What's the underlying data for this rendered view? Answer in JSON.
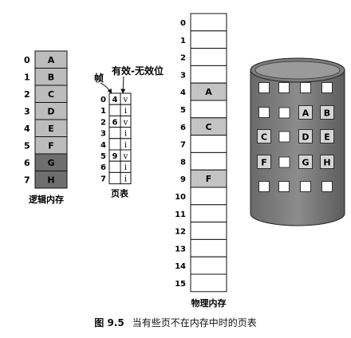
{
  "logical_memory": {
    "title": "逻辑内存",
    "rows": [
      {
        "index": "0",
        "page": "A"
      },
      {
        "index": "1",
        "page": "B"
      },
      {
        "index": "2",
        "page": "C"
      },
      {
        "index": "3",
        "page": "D"
      },
      {
        "index": "4",
        "page": "E"
      },
      {
        "index": "5",
        "page": "F"
      },
      {
        "index": "6",
        "page": "G"
      },
      {
        "index": "7",
        "page": "H"
      }
    ]
  },
  "page_table": {
    "title": "页表",
    "frame_label": "帧",
    "valid_label": "有效-无效位",
    "rows": [
      {
        "index": "0",
        "frame": "4",
        "bit": "v"
      },
      {
        "index": "1",
        "frame": "",
        "bit": "i"
      },
      {
        "index": "2",
        "frame": "6",
        "bit": "v"
      },
      {
        "index": "3",
        "frame": "",
        "bit": "i"
      },
      {
        "index": "4",
        "frame": "",
        "bit": "i"
      },
      {
        "index": "5",
        "frame": "9",
        "bit": "v"
      },
      {
        "index": "6",
        "frame": "",
        "bit": "i"
      },
      {
        "index": "7",
        "frame": "",
        "bit": "i"
      }
    ]
  },
  "physical_memory": {
    "title": "物理内存",
    "rows": [
      {
        "index": "0",
        "content": ""
      },
      {
        "index": "1",
        "content": ""
      },
      {
        "index": "2",
        "content": ""
      },
      {
        "index": "3",
        "content": ""
      },
      {
        "index": "4",
        "content": "A"
      },
      {
        "index": "5",
        "content": ""
      },
      {
        "index": "6",
        "content": "C"
      },
      {
        "index": "7",
        "content": ""
      },
      {
        "index": "8",
        "content": ""
      },
      {
        "index": "9",
        "content": "F"
      },
      {
        "index": "10",
        "content": ""
      },
      {
        "index": "11",
        "content": ""
      },
      {
        "index": "12",
        "content": ""
      },
      {
        "index": "13",
        "content": ""
      },
      {
        "index": "14",
        "content": ""
      },
      {
        "index": "15",
        "content": ""
      }
    ]
  },
  "disk": {
    "slots": [
      "",
      "",
      "",
      "",
      "",
      "A",
      "B",
      "C",
      "D",
      "E",
      "F",
      "G",
      "H",
      "",
      "",
      "",
      ""
    ]
  },
  "caption": {
    "number": "图 9.5",
    "text": "当有些页不在内存中时的页表"
  }
}
